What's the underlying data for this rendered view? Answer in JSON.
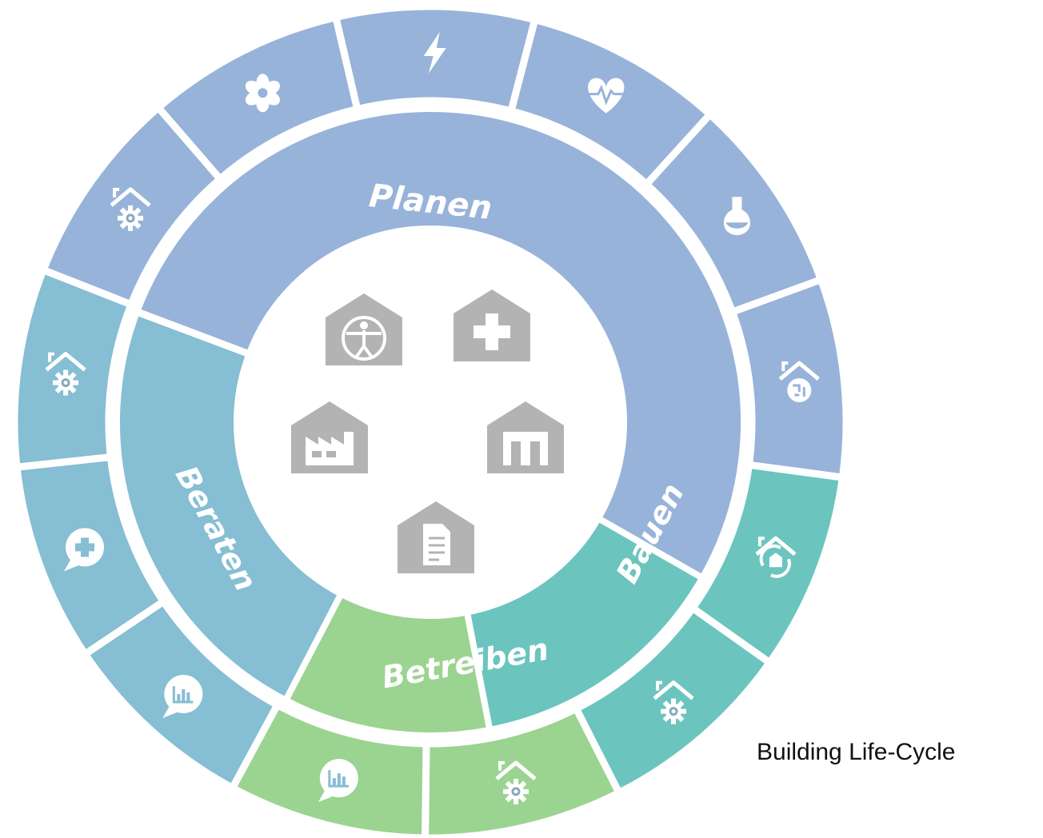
{
  "caption": "Building Life-Cycle",
  "colors": {
    "planen": "#98B3D9",
    "bauen": "#6BC5BE",
    "betreiben": "#9BD391",
    "beraten": "#86BED3",
    "center_icons": "#B3B3B3",
    "separator": "#ffffff"
  },
  "phases": [
    {
      "label": "Planen",
      "color": "#98B3D9"
    },
    {
      "label": "Bauen",
      "color": "#6BC5BE"
    },
    {
      "label": "Betreiben",
      "color": "#9BD391"
    },
    {
      "label": "Beraten",
      "color": "#86BED3"
    }
  ],
  "outer_segments": [
    {
      "icon": "lightning-icon",
      "color": "#98B3D9"
    },
    {
      "icon": "heartbeat-icon",
      "color": "#98B3D9"
    },
    {
      "icon": "flask-icon",
      "color": "#98B3D9"
    },
    {
      "icon": "house-circuit-icon",
      "color": "#98B3D9"
    },
    {
      "icon": "house-cycle-icon",
      "color": "#6BC5BE"
    },
    {
      "icon": "house-gear-icon",
      "color": "#6BC5BE"
    },
    {
      "icon": "house-gear-icon",
      "color": "#9BD391"
    },
    {
      "icon": "chat-chart-icon",
      "color": "#9BD391"
    },
    {
      "icon": "chat-chart-icon",
      "color": "#86BED3"
    },
    {
      "icon": "chat-plus-icon",
      "color": "#86BED3"
    },
    {
      "icon": "house-gear-icon",
      "color": "#86BED3"
    },
    {
      "icon": "house-gear-icon",
      "color": "#98B3D9"
    },
    {
      "icon": "fan-icon",
      "color": "#98B3D9"
    }
  ],
  "center_icons": [
    "house-vitruvian-icon",
    "house-plus-icon",
    "house-factory-icon",
    "house-museum-icon",
    "house-document-icon"
  ]
}
